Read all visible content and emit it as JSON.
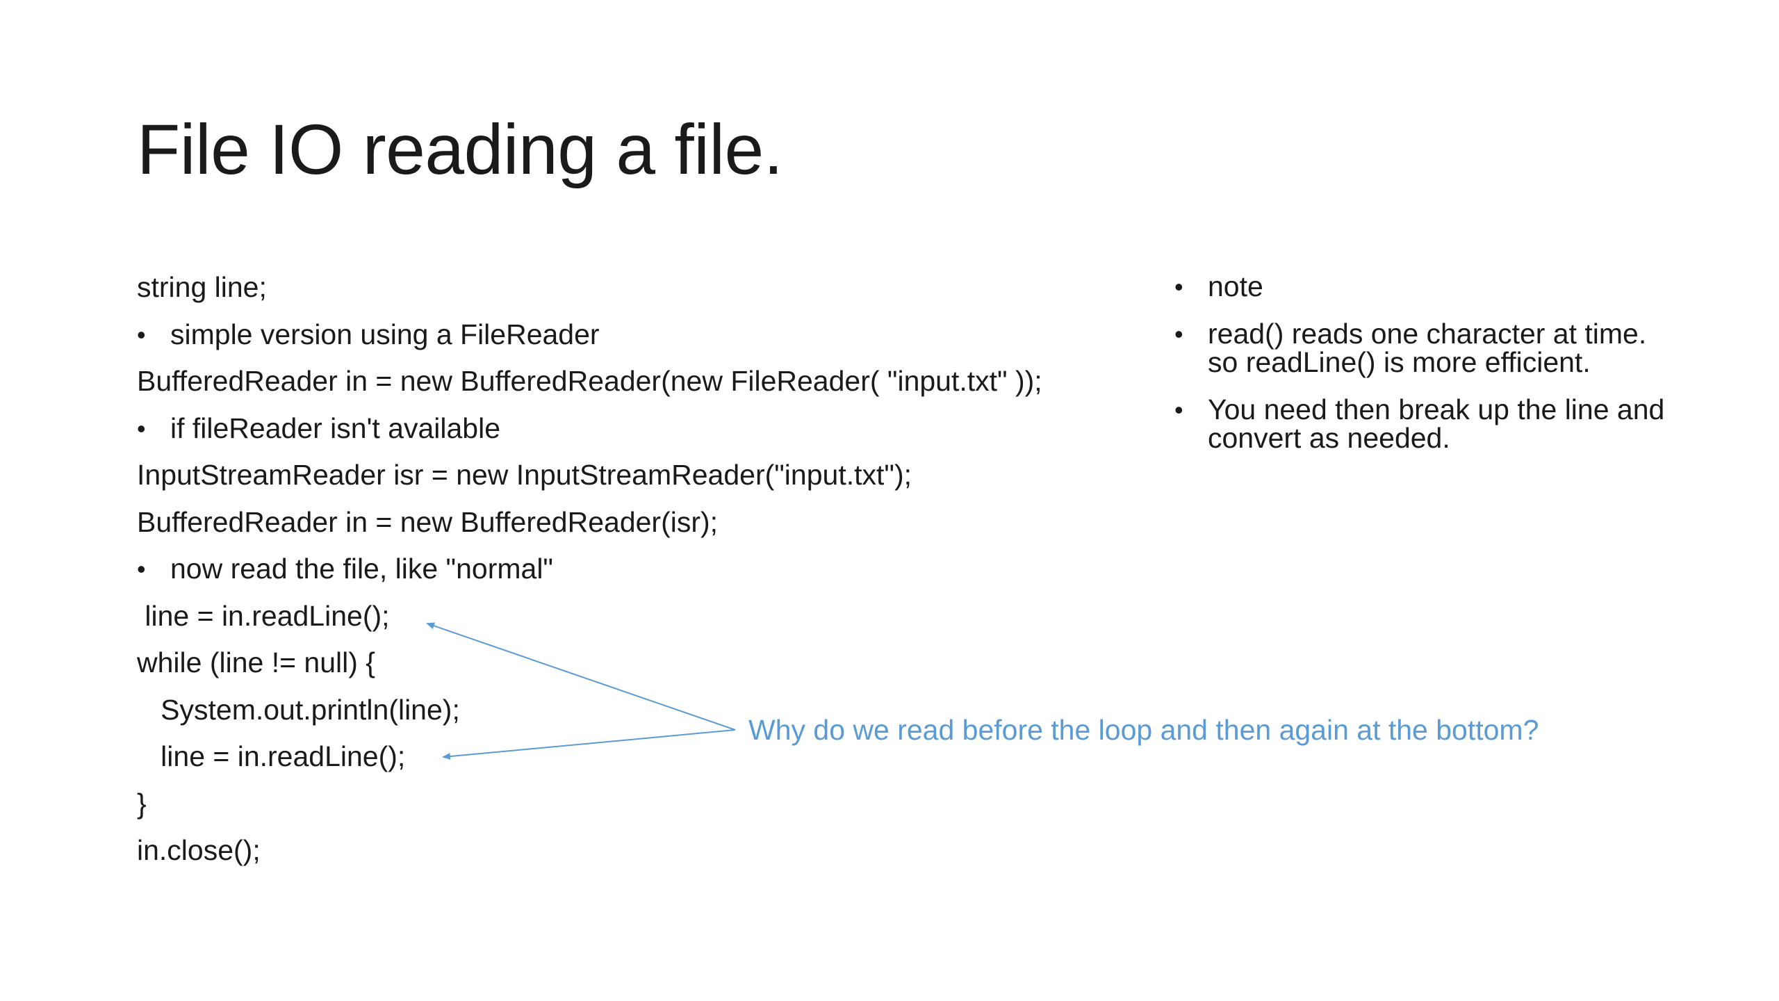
{
  "slide": {
    "title": "File IO reading a file.",
    "left_lines": [
      {
        "text": "string line;",
        "bullet": false
      },
      {
        "text": "simple version using a FileReader",
        "bullet": true
      },
      {
        "text": "BufferedReader in = new BufferedReader(new FileReader( \"input.txt\" ));",
        "bullet": false
      },
      {
        "text": "if fileReader isn't available",
        "bullet": true
      },
      {
        "text": "InputStreamReader isr = new InputStreamReader(\"input.txt\");",
        "bullet": false
      },
      {
        "text": "BufferedReader in = new BufferedReader(isr);",
        "bullet": false
      },
      {
        "text": "now read the file, like \"normal\"",
        "bullet": true
      },
      {
        "text": " line = in.readLine();",
        "bullet": false
      },
      {
        "text": "while (line != null) {",
        "bullet": false
      },
      {
        "text": "   System.out.println(line);",
        "bullet": false
      },
      {
        "text": "   line = in.readLine();",
        "bullet": false
      },
      {
        "text": "}",
        "bullet": false
      },
      {
        "text": "in.close();",
        "bullet": false
      }
    ],
    "notes": [
      "note",
      "read() reads one character at time. so readLine() is more efficient.",
      "You need then break up the line and convert as needed."
    ],
    "question": "Why do we read before the loop and then again at the bottom?",
    "colors": {
      "text": "#1a1a1a",
      "question": "#5b9bd5",
      "arrow": "#5b9bd5",
      "background": "#ffffff"
    }
  }
}
